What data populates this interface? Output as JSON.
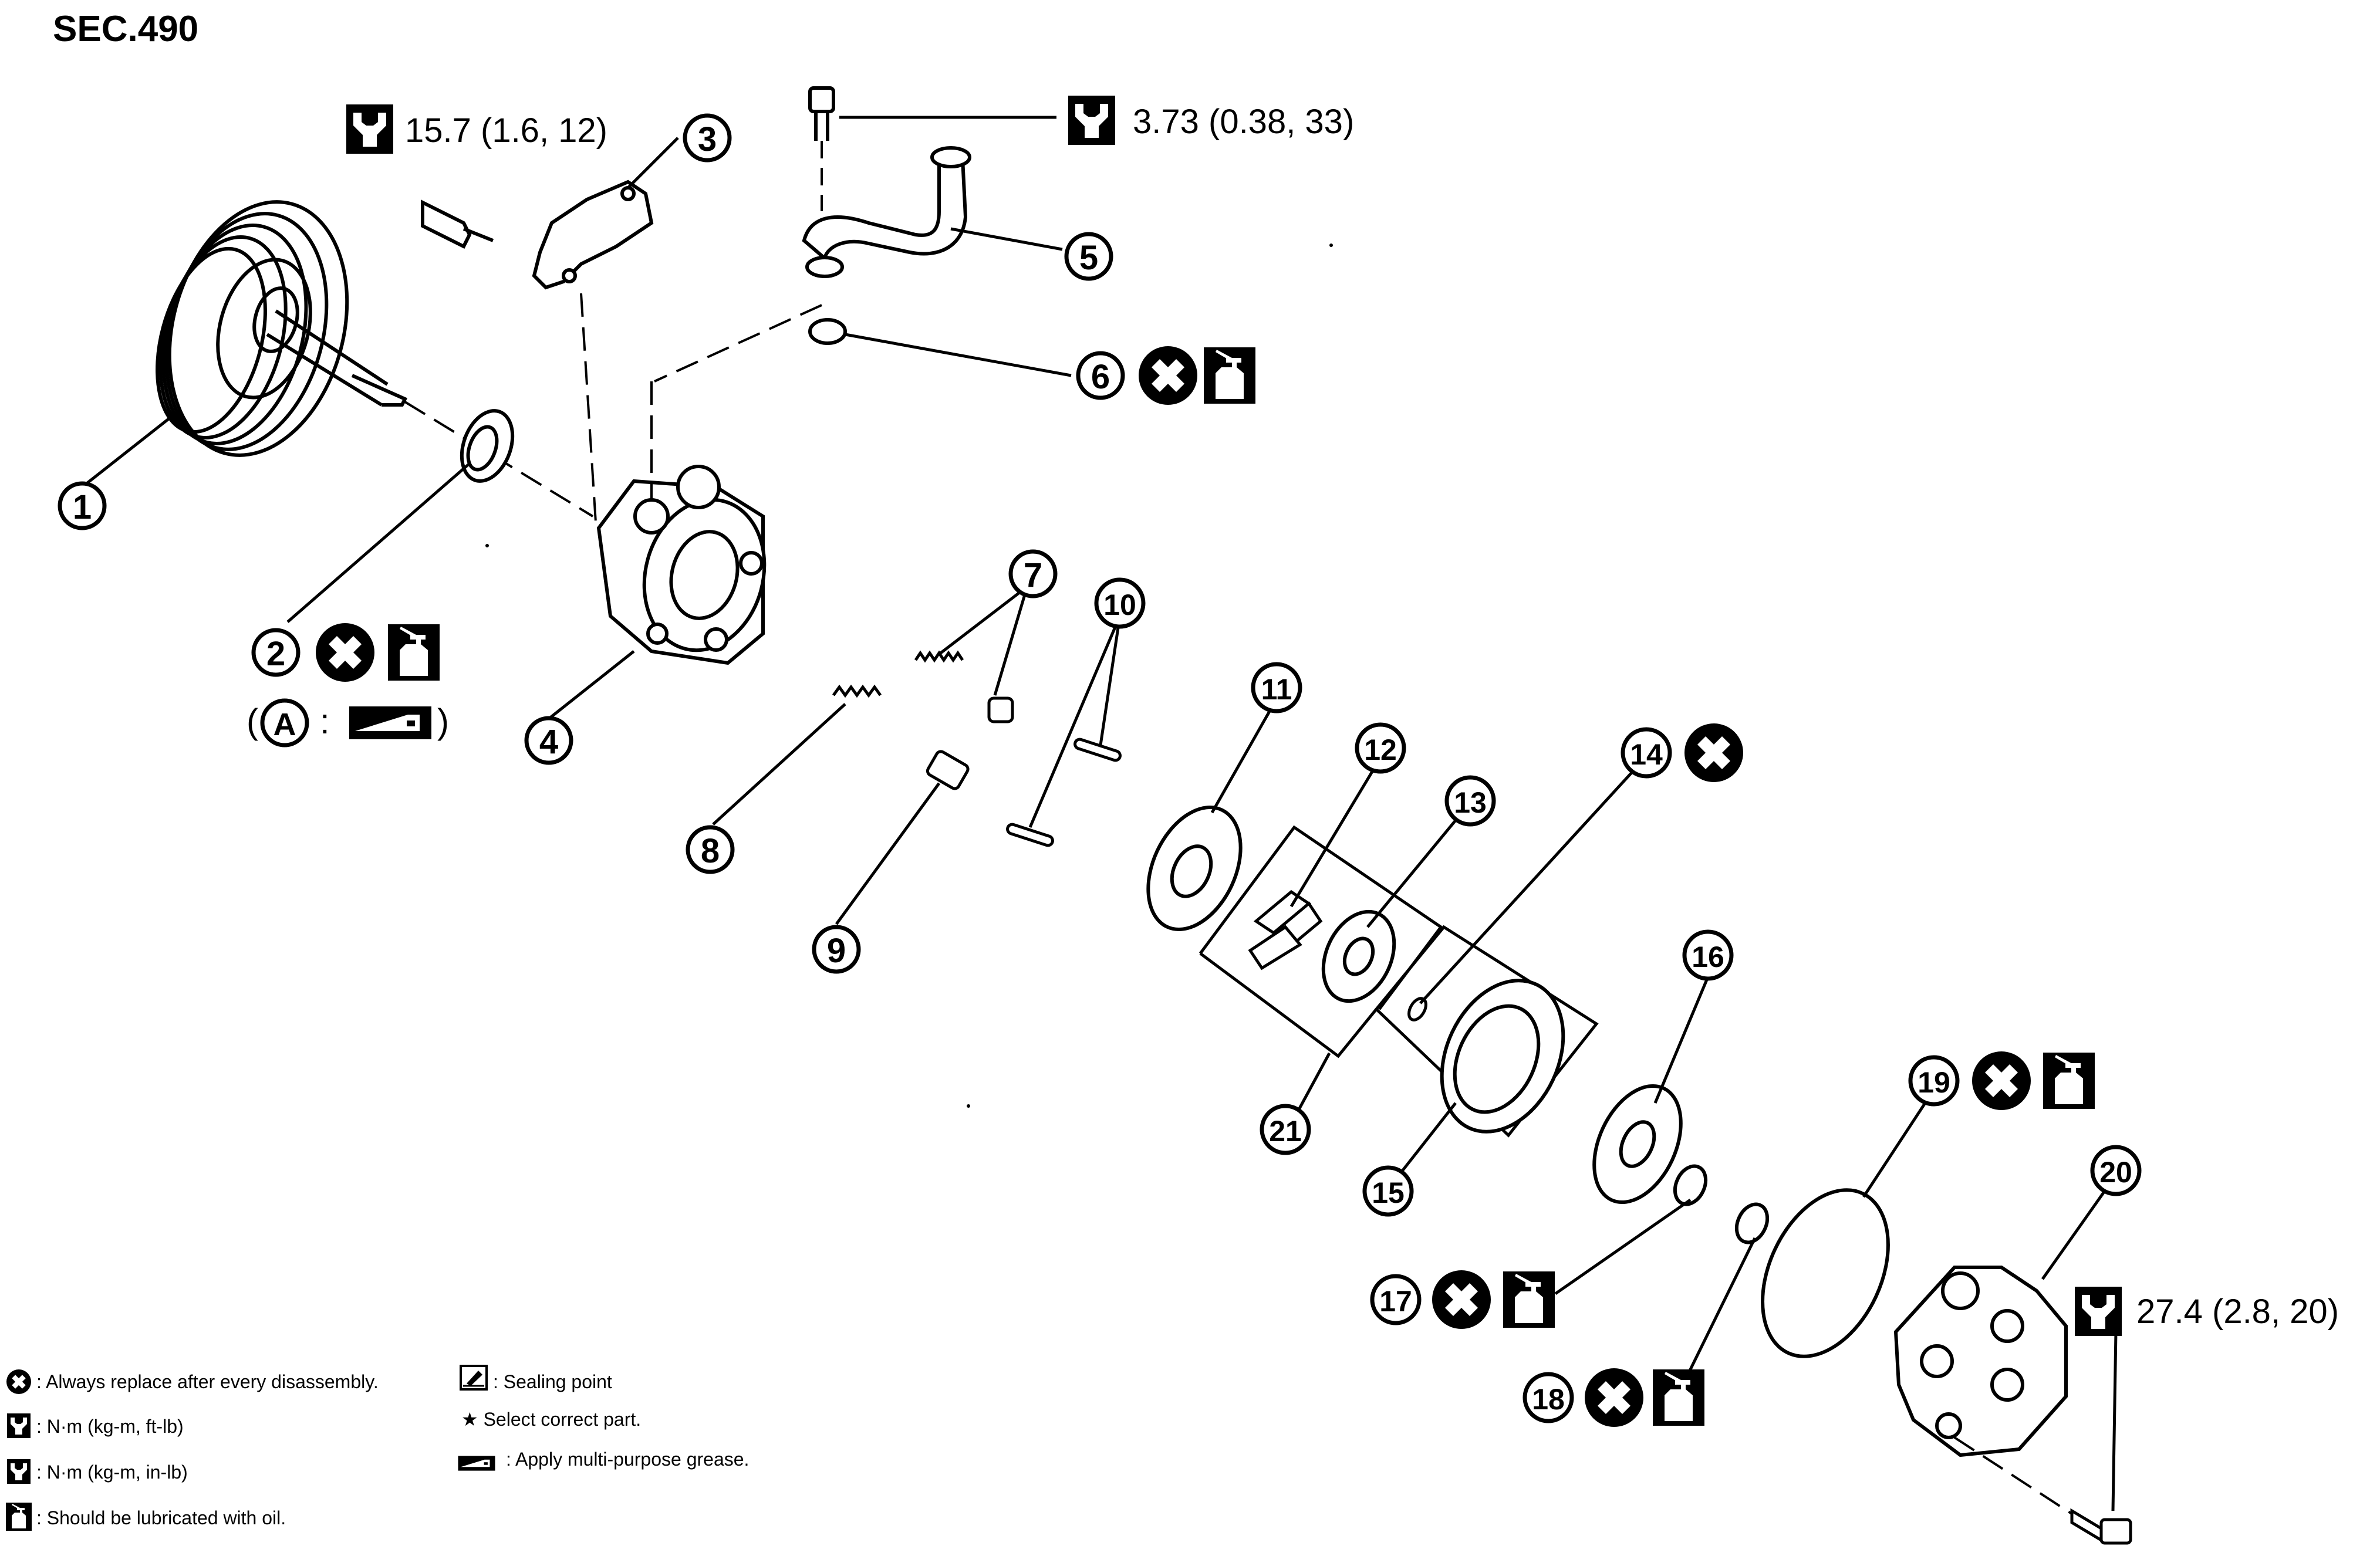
{
  "section": "SEC.490",
  "torques": {
    "t3": "15.7 (1.6, 12)",
    "t5": "3.73 (0.38, 33)",
    "t20": "27.4 (2.8, 20)"
  },
  "grease_note": {
    "open": "(",
    "letter": "A",
    "colon": ":",
    "close": ")"
  },
  "callouts": [
    "1",
    "2",
    "3",
    "4",
    "5",
    "6",
    "7",
    "8",
    "9",
    "10",
    "11",
    "12",
    "13",
    "14",
    "15",
    "16",
    "17",
    "18",
    "19",
    "20",
    "21"
  ],
  "legend": {
    "replace": ": Always replace after every disassembly.",
    "nm_ftlb": ": N·m (kg-m, ft-lb)",
    "nm_inlb": ": N·m (kg-m, in-lb)",
    "oil": ": Should be lubricated with oil.",
    "sealing": ": Sealing point",
    "select": "★ Select correct part.",
    "grease": ": Apply multi-purpose grease."
  },
  "icons": [
    "replace-icon",
    "torque-ftlb-icon",
    "torque-inlb-icon",
    "oil-can-icon",
    "sealing-point-icon",
    "grease-tube-icon"
  ]
}
